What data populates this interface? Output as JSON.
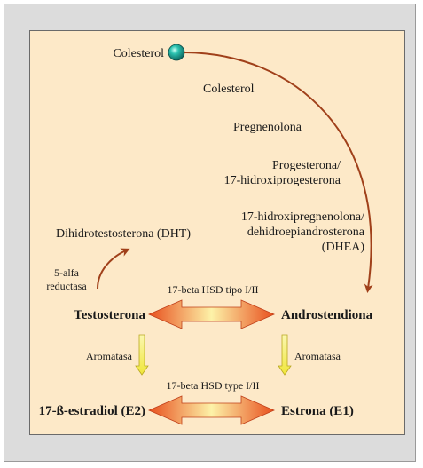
{
  "nodes": {
    "colesterol_start": "Colesterol",
    "colesterol": "Colesterol",
    "pregnenolona": "Pregnenolona",
    "progesterona_line1": "Progesterona/",
    "progesterona_line2": "17-hidroxiprogesterona",
    "hidroxipregnenolona_line1": "17-hidroxipregnenolona/",
    "hidroxipregnenolona_line2": "dehidroepiandrosterona",
    "hidroxipregnenolona_line3": "(DHEA)",
    "dht": "Dihidrotestosterona (DHT)",
    "testosterona": "Testosterona",
    "androstendiona": "Androstendiona",
    "estradiol": "17-ß-estradiol (E2)",
    "estrona": "Estrona (E1)"
  },
  "enzymes": {
    "reductasa_line1": "5-alfa",
    "reductasa_line2": "reductasa",
    "hsd_top": "17-beta HSD tipo I/II",
    "hsd_bottom": "17-beta HSD type I/II",
    "aromatasa_left": "Aromatasa",
    "aromatasa_right": "Aromatasa"
  },
  "colors": {
    "panel_bg": "#fde9c8",
    "frame_bg": "#dcdcdc",
    "curve_arrow": "#a0401a",
    "double_arrow_edge": "#e8501e",
    "double_arrow_center": "#fdf2a8",
    "down_arrow": "#f5ee5a",
    "sphere": "#1aa89a"
  }
}
